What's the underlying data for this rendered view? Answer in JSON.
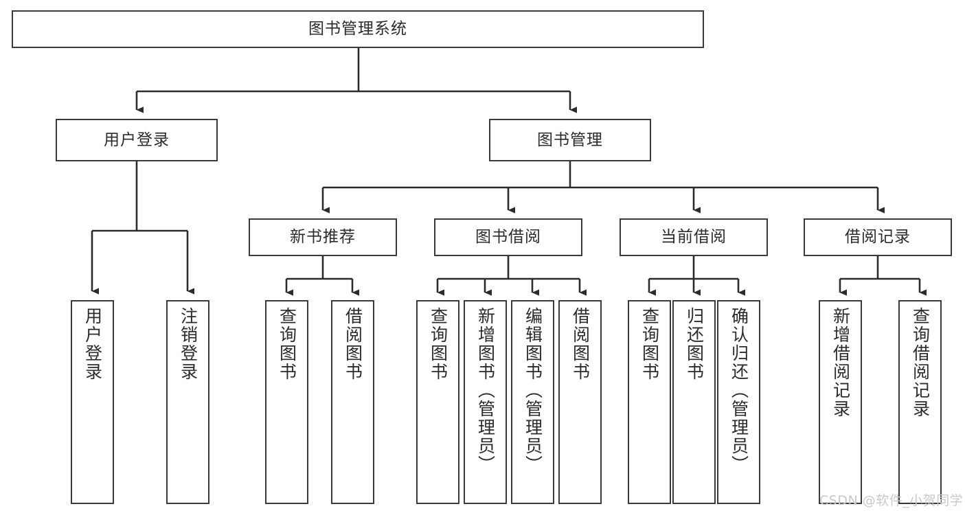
{
  "diagram": {
    "type": "tree-hierarchy",
    "title": "图书管理系统",
    "watermark": "CSDN @软件_小贺同学",
    "colors": {
      "box_border": "#3a3a3a",
      "box_fill": "#ffffff",
      "connector": "#2b2b2b",
      "text": "#2b2b2b",
      "watermark": "#c9c9c9"
    },
    "levels": {
      "root": {
        "label": "图书管理系统"
      },
      "level2": [
        {
          "id": "user-login",
          "label": "用户登录"
        },
        {
          "id": "book-manage",
          "label": "图书管理"
        }
      ],
      "level3": [
        {
          "id": "new-book-rec",
          "label": "新书推荐",
          "parent": "book-manage"
        },
        {
          "id": "book-borrow",
          "label": "图书借阅",
          "parent": "book-manage"
        },
        {
          "id": "current-borrow",
          "label": "当前借阅",
          "parent": "book-manage"
        },
        {
          "id": "borrow-record",
          "label": "借阅记录",
          "parent": "book-manage"
        }
      ],
      "leaves": [
        {
          "id": "leaf-user-login",
          "label": "用户登录",
          "parent": "user-login"
        },
        {
          "id": "leaf-logout",
          "label": "注销登录",
          "parent": "user-login"
        },
        {
          "id": "leaf-query-book-1",
          "label": "查询图书",
          "parent": "new-book-rec"
        },
        {
          "id": "leaf-borrow-book-1",
          "label": "借阅图书",
          "parent": "new-book-rec"
        },
        {
          "id": "leaf-query-book-2",
          "label": "查询图书",
          "parent": "book-borrow"
        },
        {
          "id": "leaf-add-book",
          "label": "新增图书（管理员）",
          "parent": "book-borrow"
        },
        {
          "id": "leaf-edit-book",
          "label": "编辑图书（管理员）",
          "parent": "book-borrow"
        },
        {
          "id": "leaf-borrow-book-2",
          "label": "借阅图书",
          "parent": "book-borrow"
        },
        {
          "id": "leaf-query-book-3",
          "label": "查询图书",
          "parent": "current-borrow"
        },
        {
          "id": "leaf-return-book",
          "label": "归还图书",
          "parent": "current-borrow"
        },
        {
          "id": "leaf-confirm-return",
          "label": "确认归还（管理员）",
          "parent": "current-borrow"
        },
        {
          "id": "leaf-add-record",
          "label": "新增借阅记录",
          "parent": "borrow-record"
        },
        {
          "id": "leaf-query-record",
          "label": "查询借阅记录",
          "parent": "borrow-record"
        }
      ]
    }
  }
}
